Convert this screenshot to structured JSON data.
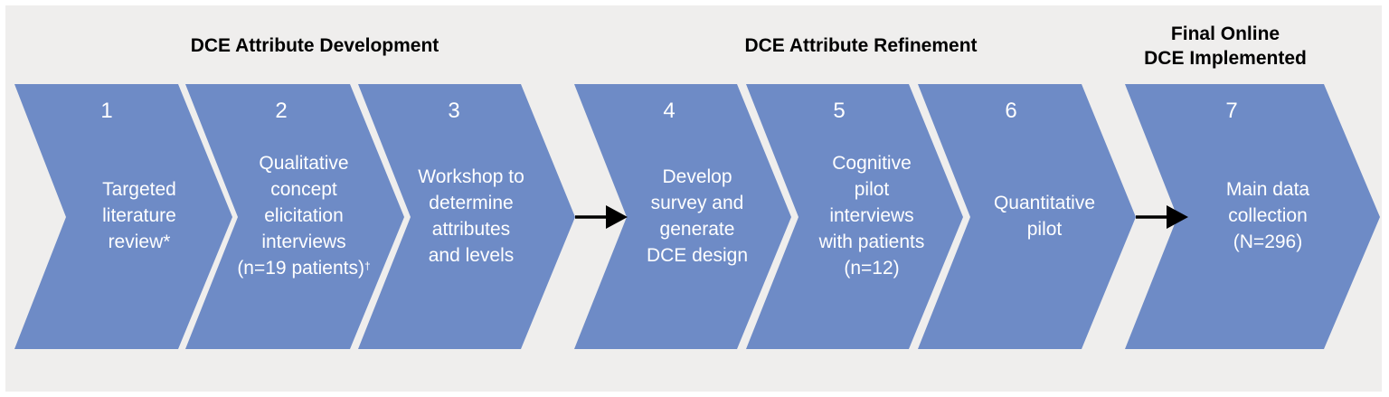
{
  "phases": {
    "development": "DCE Attribute Development",
    "refinement": "DCE Attribute Refinement",
    "final_lines": [
      "Final Online",
      "DCE Implemented"
    ]
  },
  "colors": {
    "chevron_fill": "#6e8bc6",
    "background_panel": "#efeeed",
    "arrow": "#000000",
    "step_text": "#ffffff"
  },
  "steps": [
    {
      "number": "1",
      "lines": [
        "Targeted",
        "literature",
        "review*"
      ]
    },
    {
      "number": "2",
      "lines": [
        "Qualitative",
        "concept",
        "elicitation",
        "interviews",
        "(n=19 patients)"
      ],
      "footnote": "†"
    },
    {
      "number": "3",
      "lines": [
        "Workshop to",
        "determine",
        "attributes",
        "and levels"
      ]
    },
    {
      "number": "4",
      "lines": [
        "Develop",
        "survey and",
        "generate",
        "DCE design"
      ]
    },
    {
      "number": "5",
      "lines": [
        "Cognitive",
        "pilot",
        "interviews",
        "with patients",
        "(n=12)"
      ]
    },
    {
      "number": "6",
      "lines": [
        "Quantitative",
        "pilot"
      ]
    },
    {
      "number": "7",
      "lines": [
        "Main data",
        "collection",
        "(N=296)"
      ]
    }
  ]
}
